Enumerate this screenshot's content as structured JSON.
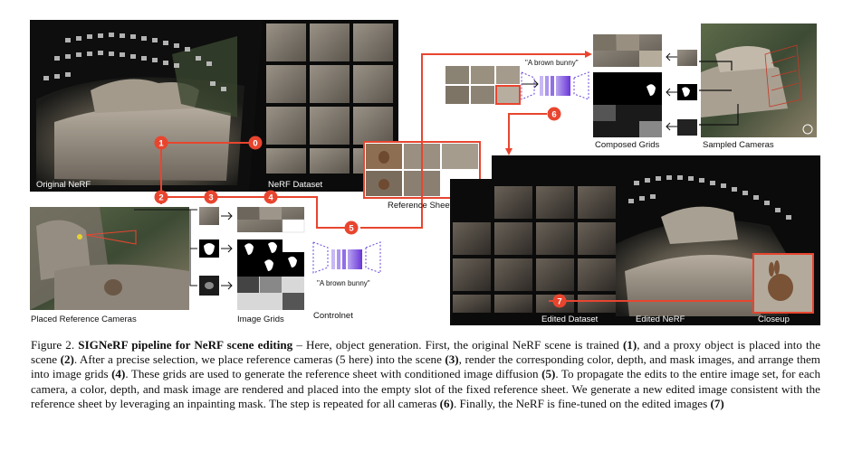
{
  "labels": {
    "original_nerf": "Original NeRF",
    "nerf_dataset": "NeRF Dataset",
    "reference_sheet": "Reference Sheet",
    "placed_reference_cameras": "Placed Reference Cameras",
    "image_grids": "Image Grids",
    "controlnet": "Controlnet",
    "prompt": "\"A brown bunny\"",
    "composed_grids": "Composed Grids",
    "sampled_cameras": "Sampled Cameras",
    "edited_dataset": "Edited Dataset",
    "edited_nerf": "Edited NeRF",
    "closeup": "Closeup"
  },
  "steps": [
    "0",
    "1",
    "2",
    "3",
    "4",
    "5",
    "6",
    "7"
  ],
  "colors": {
    "step_red": "#e8452f",
    "panel_dark": "#0c0c0c",
    "network_purple": "#7b4fe0"
  },
  "caption": {
    "figure_label": "Figure 2.",
    "title": "SIGNeRF pipeline for NeRF scene editing",
    "t1": " – Here, object generation. First, the original NeRF scene is trained ",
    "s1": "(1)",
    "t2": ", and a proxy object is placed into the scene ",
    "s2": "(2)",
    "t3": ". After a precise selection, we place reference cameras (5 here) into the scene ",
    "s3": "(3)",
    "t4": ", render the corresponding color, depth, and mask images, and arrange them into image grids ",
    "s4": "(4)",
    "t5": ". These grids are used to generate the reference sheet with conditioned image diffusion ",
    "s5": "(5)",
    "t6": ". To propagate the edits to the entire image set, for each camera, a color, depth, and mask image are rendered and placed into the empty slot of the fixed reference sheet. We generate a new edited image consistent with the reference sheet by leveraging an inpainting mask. The step is repeated for all cameras ",
    "s6": "(6)",
    "t7": ". Finally, the NeRF is fine-tuned on the edited images ",
    "s7": "(7)"
  }
}
